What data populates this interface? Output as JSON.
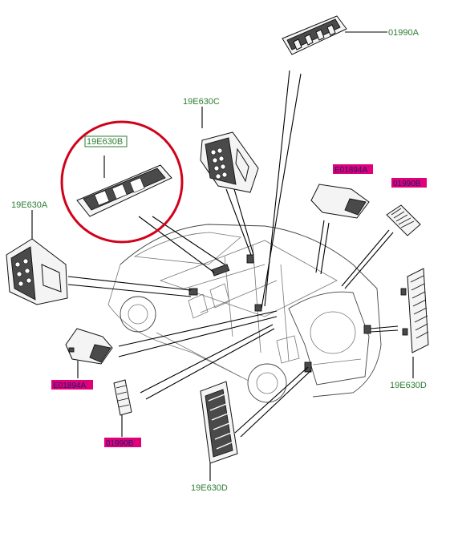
{
  "colors": {
    "label_text": "#2e7d32",
    "highlight_fill": "#e0007a",
    "highlight_text": "#1a1a6e",
    "callout_circle": "#d0021b",
    "boxed_label_border": "#2e7d32"
  },
  "labels": {
    "p01990A": "01990A",
    "p19E630C": "19E630C",
    "p19E630B": "19E630B",
    "p19E630A": "19E630A",
    "pE01894A_top": "E01894A",
    "p01990B_top": "01990B",
    "pE01894A_bottom": "E01894A",
    "p01990B_bottom": "01990B",
    "p19E630D_right": "19E630D",
    "p19E630D_bottom": "19E630D"
  }
}
